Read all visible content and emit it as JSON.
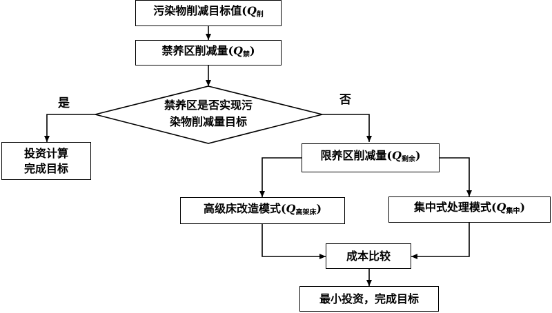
{
  "nodes": {
    "target": {
      "text": "污染物削减目标值(",
      "q": "Q",
      "sub": "削"
    },
    "forbidden": {
      "text": "禁养区削减量(",
      "q": "Q",
      "sub": "禁",
      "close": ")"
    },
    "decision": {
      "line1": "禁养区是否实现污",
      "line2": "染物削减量目标"
    },
    "invest": {
      "line1": "投资计算",
      "line2": "完成目标"
    },
    "restricted": {
      "text": "限养区削减量(",
      "q": "Q",
      "sub": "剩余",
      "close": ")"
    },
    "highbed": {
      "text": "高级床改造模式(",
      "q": "Q",
      "sub": "高架床",
      "close": ")"
    },
    "central": {
      "text": "集中式处理模式(",
      "q": "Q",
      "sub": "集中",
      "close": ")"
    },
    "compare": {
      "text": "成本比较"
    },
    "final": {
      "text": "最小投资，完成目标"
    }
  },
  "labels": {
    "yes": "是",
    "no": "否"
  }
}
